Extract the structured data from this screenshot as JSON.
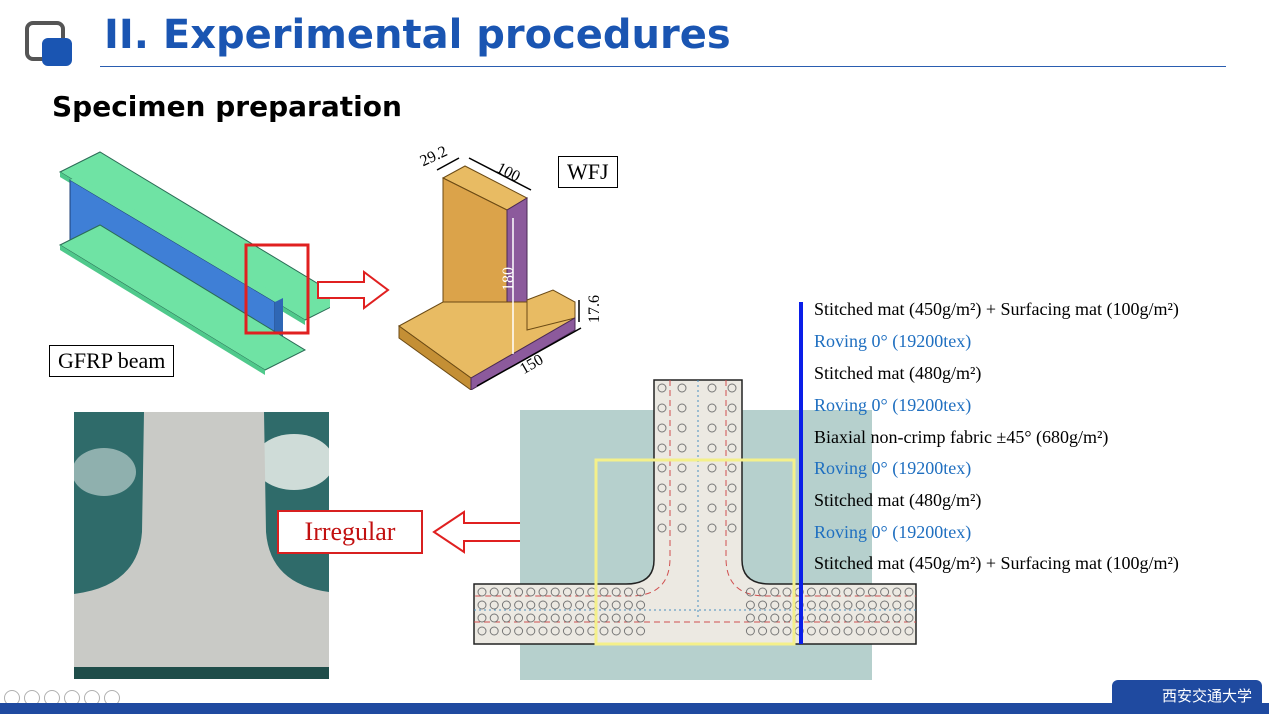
{
  "header": {
    "title": "II.  Experimental procedures",
    "icon": "window-stack-icon"
  },
  "section": {
    "subtitle": "Specimen preparation"
  },
  "labels": {
    "gfrp_beam": "GFRP beam",
    "wfj": "WFJ",
    "irregular": "Irregular"
  },
  "dimensions": {
    "d1": "29.2",
    "d2": "100",
    "d3": "180",
    "d4": "17.6",
    "d5": "150"
  },
  "layers": [
    {
      "text": "Stitched mat (450g/m²) + Surfacing mat (100g/m²)",
      "type": "mat"
    },
    {
      "text": "Roving 0°  (19200tex)",
      "type": "roving"
    },
    {
      "text": "Stitched mat (480g/m²)",
      "type": "mat"
    },
    {
      "text": "Roving 0°  (19200tex)",
      "type": "roving"
    },
    {
      "text": "Biaxial non-crimp fabric ±45°   (680g/m²)",
      "type": "mat"
    },
    {
      "text": "Roving 0°  (19200tex)",
      "type": "roving"
    },
    {
      "text": "Stitched mat (480g/m²)",
      "type": "mat"
    },
    {
      "text": "Roving 0°  (19200tex)",
      "type": "roving"
    },
    {
      "text": "Stitched mat (450g/m²) + Surfacing mat (100g/m²)",
      "type": "mat"
    }
  ],
  "footer": {
    "logo_text": "西安交通大学"
  },
  "colors": {
    "accent": "#1a55b2",
    "roving": "#1f6fc0",
    "beam_blue": "#3f7fd6",
    "beam_green": "#6fe3a4",
    "joint_gold": "#dba34a",
    "joint_purple": "#8c5a9c",
    "callout_red": "#e02020",
    "highlight_yellow": "#f4f08a"
  }
}
